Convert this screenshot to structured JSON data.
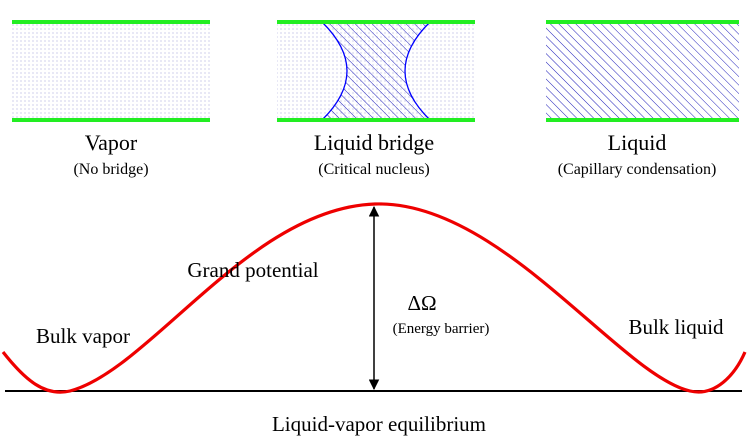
{
  "panels": [
    {
      "title": "Vapor",
      "subtitle": "(No bridge)",
      "state": "vapor"
    },
    {
      "title": "Liquid bridge",
      "subtitle": "(Critical nucleus)",
      "state": "bridge"
    },
    {
      "title": "Liquid",
      "subtitle": "(Capillary condensation)",
      "state": "liquid"
    }
  ],
  "curve": {
    "label": "Grand potential",
    "left_label": "Bulk vapor",
    "right_label": "Bulk liquid",
    "barrier_symbol": "ΔΩ",
    "barrier_label": "(Energy barrier)",
    "baseline_label": "Liquid-vapor equilibrium"
  },
  "colors": {
    "wall": "#22ee22",
    "curve": "#ee0000",
    "hatch": "#2222bb",
    "meniscus": "#0000ff",
    "dots": "#3333aa",
    "axis": "#000000"
  }
}
